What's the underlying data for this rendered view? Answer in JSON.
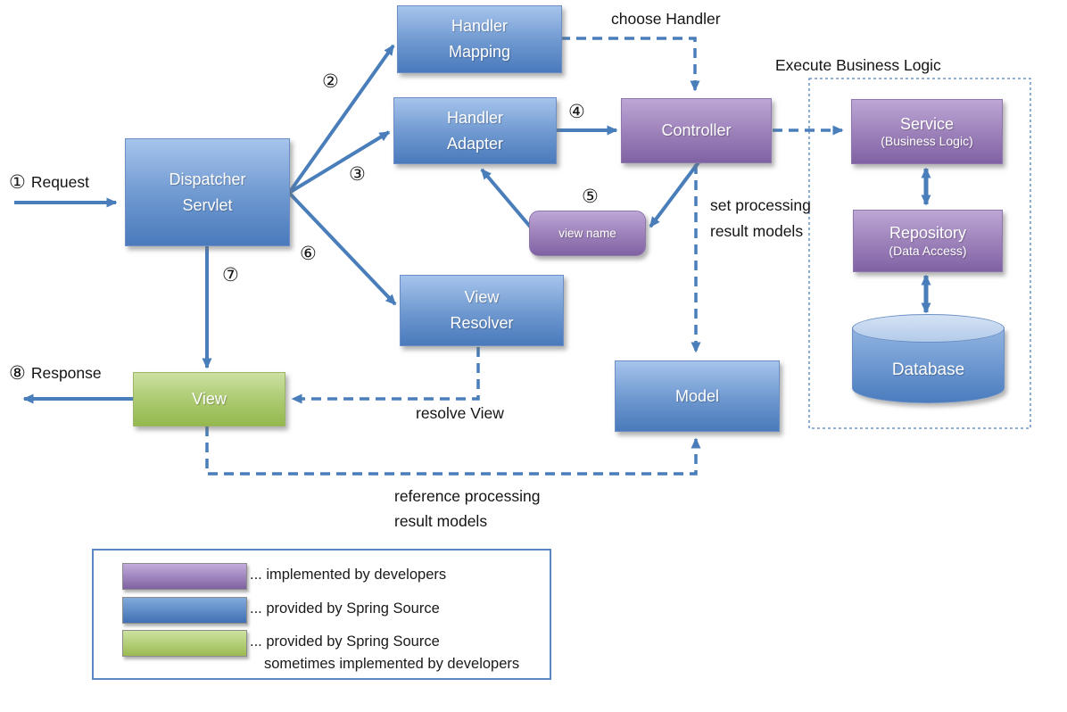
{
  "nodes": {
    "handler_mapping": {
      "label": "Handler\nMapping"
    },
    "handler_adapter": {
      "label": "Handler\nAdapter"
    },
    "dispatcher_servlet": {
      "label": "Dispatcher\nServlet"
    },
    "view_resolver": {
      "label": "View\nResolver"
    },
    "view": {
      "label": "View"
    },
    "model": {
      "label": "Model"
    },
    "controller": {
      "label": "Controller"
    },
    "view_name": {
      "label": "view name"
    },
    "service": {
      "label": "Service",
      "sublabel": "(Business Logic)"
    },
    "repository": {
      "label": "Repository",
      "sublabel": "(Data Access)"
    },
    "database": {
      "label": "Database"
    }
  },
  "annotations": {
    "request": {
      "step": "①",
      "label": "Request"
    },
    "response": {
      "step": "⑧",
      "label": "Response"
    },
    "choose_handler": "choose Handler",
    "execute_business_logic": "Execute Business Logic",
    "set_processing": "set processing\nresult models",
    "resolve_view": "resolve View",
    "reference_processing": "reference processing\nresult models",
    "steps": {
      "s2": "②",
      "s3": "③",
      "s4": "④",
      "s5": "⑤",
      "s6": "⑥",
      "s7": "⑦"
    }
  },
  "legend": {
    "items": [
      {
        "label": "... implemented by developers",
        "color_top": "#c3abdc",
        "color_bottom": "#7e62a1"
      },
      {
        "label": "... provided by Spring Source",
        "color_top": "#82abdc",
        "color_bottom": "#4070b4"
      },
      {
        "label": "... provided by Spring Source",
        "label2": "sometimes implemented by developers",
        "color_top": "#cce2a0",
        "color_bottom": "#9cbb51"
      }
    ]
  },
  "colors": {
    "arrow_blue": "#4a7ebb",
    "box_blue": "#4f81bd",
    "box_purple": "#8064a2",
    "box_green": "#9bbb59",
    "legend_border": "#5b88c0"
  }
}
